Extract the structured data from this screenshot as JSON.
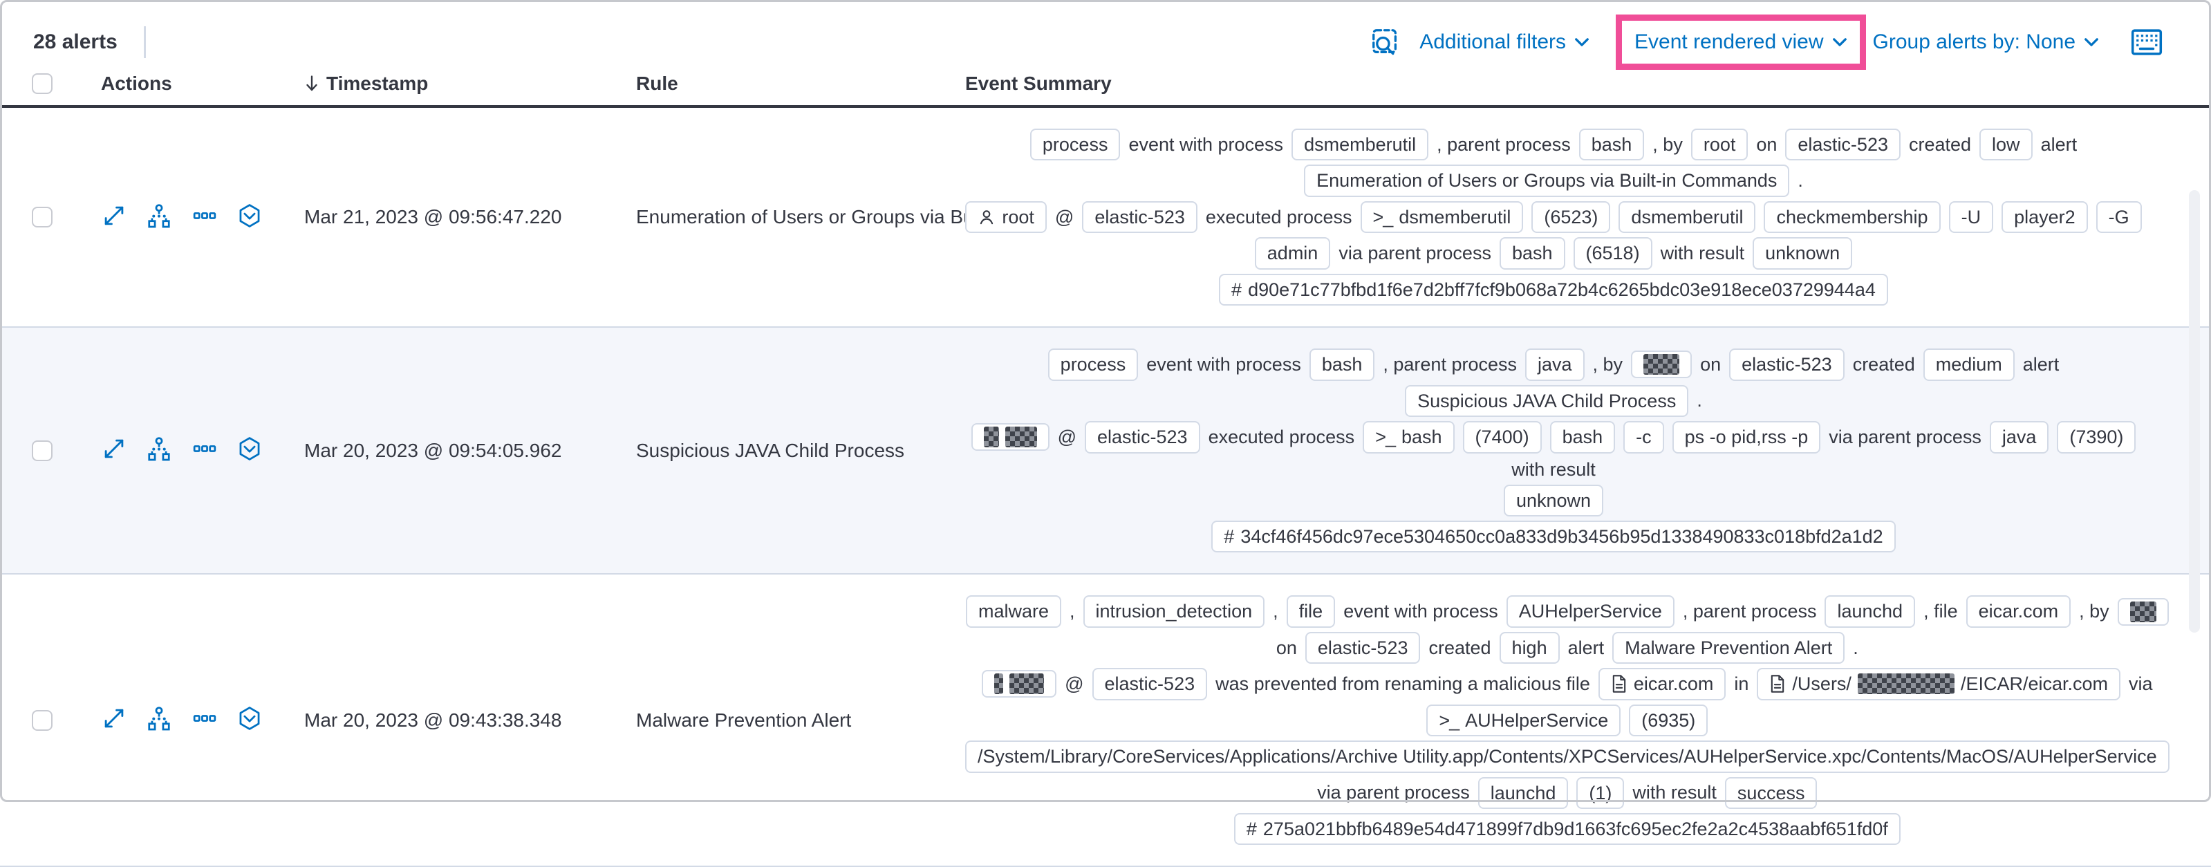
{
  "header": {
    "alerts_count": "28 alerts"
  },
  "toolbar": {
    "additional_filters": "Additional filters",
    "view_selector": "Event rendered view",
    "group_by": "Group alerts by: None"
  },
  "columns": {
    "actions": "Actions",
    "timestamp": "Timestamp",
    "rule": "Rule",
    "summary": "Event Summary"
  },
  "colors": {
    "accent_pink": "#f04e98",
    "link_blue": "#0071c2",
    "text": "#343741",
    "badge_border": "#d3dae6",
    "stripe_row": "#f4f6fb"
  },
  "icons": {
    "inspect": "inspect-icon",
    "keyboard": "keyboard-shortcuts-icon",
    "row_actions": [
      "expand-alert-icon",
      "analyzer-graph-icon",
      "more-actions-icon",
      "session-view-icon"
    ]
  },
  "rows": [
    {
      "timestamp": "Mar 21, 2023 @ 09:56:47.220",
      "rule": "Enumeration of Users or Groups via Bui",
      "striped": false,
      "lines": [
        [
          {
            "badge": {
              "parts": [
                "process"
              ]
            }
          },
          {
            "text": "event with process"
          },
          {
            "badge": {
              "parts": [
                "dsmemberutil"
              ]
            }
          },
          {
            "text": ", parent process"
          },
          {
            "badge": {
              "parts": [
                "bash"
              ]
            }
          },
          {
            "text": ", by"
          },
          {
            "badge": {
              "parts": [
                "root"
              ]
            }
          },
          {
            "text": "on"
          },
          {
            "badge": {
              "parts": [
                "elastic-523"
              ]
            }
          },
          {
            "text": "created"
          },
          {
            "badge": {
              "parts": [
                "low"
              ]
            }
          },
          {
            "text": "alert"
          }
        ],
        [
          {
            "badge": {
              "parts": [
                "Enumeration of Users or Groups via Built-in Commands"
              ]
            }
          },
          {
            "text": "."
          }
        ],
        [
          {
            "badge": {
              "icon": "user",
              "parts": [
                "root"
              ]
            }
          },
          {
            "text": "@"
          },
          {
            "badge": {
              "parts": [
                "elastic-523"
              ]
            }
          },
          {
            "text": "executed process"
          },
          {
            "badge": {
              "icon": "terminal",
              "parts": [
                "dsmemberutil"
              ]
            }
          },
          {
            "badge": {
              "parts": [
                "(6523)"
              ]
            }
          },
          {
            "badge": {
              "parts": [
                "dsmemberutil"
              ]
            }
          },
          {
            "badge": {
              "parts": [
                "checkmembership"
              ]
            }
          },
          {
            "badge": {
              "parts": [
                "-U"
              ]
            }
          },
          {
            "badge": {
              "parts": [
                "player2"
              ]
            }
          },
          {
            "badge": {
              "parts": [
                "-G"
              ]
            }
          }
        ],
        [
          {
            "badge": {
              "parts": [
                "admin"
              ]
            }
          },
          {
            "text": "via parent process"
          },
          {
            "badge": {
              "parts": [
                "bash"
              ]
            }
          },
          {
            "badge": {
              "parts": [
                "(6518)"
              ]
            }
          },
          {
            "text": "with result"
          },
          {
            "badge": {
              "parts": [
                "unknown"
              ]
            }
          }
        ],
        [
          {
            "badge": {
              "icon": "hash",
              "parts": [
                "d90e71c77bfbd1f6e7d2bff7fcf9b068a72b4c6265bdc03e918ece03729944a4"
              ]
            }
          }
        ]
      ]
    },
    {
      "timestamp": "Mar 20, 2023 @ 09:54:05.962",
      "rule": "Suspicious JAVA Child Process",
      "striped": true,
      "lines": [
        [
          {
            "badge": {
              "parts": [
                "process"
              ]
            }
          },
          {
            "text": "event with process"
          },
          {
            "badge": {
              "parts": [
                "bash"
              ]
            }
          },
          {
            "text": ", parent process"
          },
          {
            "badge": {
              "parts": [
                "java"
              ]
            }
          },
          {
            "text": ", by"
          },
          {
            "badge": {
              "parts": [
                {
                  "r": 52
                }
              ]
            }
          },
          {
            "text": "on"
          },
          {
            "badge": {
              "parts": [
                "elastic-523"
              ]
            }
          },
          {
            "text": "created"
          },
          {
            "badge": {
              "parts": [
                "medium"
              ]
            }
          },
          {
            "text": "alert"
          }
        ],
        [
          {
            "badge": {
              "parts": [
                "Suspicious JAVA Child Process"
              ]
            }
          },
          {
            "text": "."
          }
        ],
        [
          {
            "badge": {
              "parts": [
                {
                  "r": 22
                },
                {
                  "r": 46
                }
              ]
            }
          },
          {
            "text": "@"
          },
          {
            "badge": {
              "parts": [
                "elastic-523"
              ]
            }
          },
          {
            "text": "executed process"
          },
          {
            "badge": {
              "icon": "terminal",
              "parts": [
                "bash"
              ]
            }
          },
          {
            "badge": {
              "parts": [
                "(7400)"
              ]
            }
          },
          {
            "badge": {
              "parts": [
                "bash"
              ]
            }
          },
          {
            "badge": {
              "parts": [
                "-c"
              ]
            }
          },
          {
            "badge": {
              "parts": [
                "ps -o pid,rss -p"
              ]
            }
          },
          {
            "text": "via parent process"
          },
          {
            "badge": {
              "parts": [
                "java"
              ]
            }
          },
          {
            "badge": {
              "parts": [
                "(7390)"
              ]
            }
          },
          {
            "text": "with result"
          }
        ],
        [
          {
            "badge": {
              "parts": [
                "unknown"
              ]
            }
          }
        ],
        [
          {
            "badge": {
              "icon": "hash",
              "parts": [
                "34cf46f456dc97ece5304650cc0a833d9b3456b95d1338490833c018bfd2a1d2"
              ]
            }
          }
        ]
      ]
    },
    {
      "timestamp": "Mar 20, 2023 @ 09:43:38.348",
      "rule": "Malware Prevention Alert",
      "striped": false,
      "lines": [
        [
          {
            "badge": {
              "parts": [
                "malware"
              ]
            }
          },
          {
            "text": ","
          },
          {
            "badge": {
              "parts": [
                "intrusion_detection"
              ]
            }
          },
          {
            "text": ","
          },
          {
            "badge": {
              "parts": [
                "file"
              ]
            }
          },
          {
            "text": "event with process"
          },
          {
            "badge": {
              "parts": [
                "AUHelperService"
              ]
            }
          },
          {
            "text": ", parent process"
          },
          {
            "badge": {
              "parts": [
                "launchd"
              ]
            }
          },
          {
            "text": ", file"
          },
          {
            "badge": {
              "parts": [
                "eicar.com"
              ]
            }
          },
          {
            "text": ", by"
          },
          {
            "badge": {
              "parts": [
                {
                  "r": 38
                }
              ]
            }
          }
        ],
        [
          {
            "text": "on"
          },
          {
            "badge": {
              "parts": [
                "elastic-523"
              ]
            }
          },
          {
            "text": "created"
          },
          {
            "badge": {
              "parts": [
                "high"
              ]
            }
          },
          {
            "text": "alert"
          },
          {
            "badge": {
              "parts": [
                "Malware Prevention Alert"
              ]
            }
          },
          {
            "text": "."
          }
        ],
        [
          {
            "badge": {
              "parts": [
                {
                  "r": 13
                },
                {
                  "r": 50
                }
              ]
            }
          },
          {
            "text": "@"
          },
          {
            "badge": {
              "parts": [
                "elastic-523"
              ]
            }
          },
          {
            "text": "was prevented from renaming a malicious file"
          },
          {
            "badge": {
              "icon": "file",
              "parts": [
                "eicar.com"
              ]
            }
          },
          {
            "text": "in"
          },
          {
            "badge": {
              "icon": "file",
              "parts": [
                "/Users/",
                {
                  "r": 140
                },
                "/EICAR/eicar.com"
              ]
            }
          },
          {
            "text": "via"
          }
        ],
        [
          {
            "badge": {
              "icon": "terminal",
              "parts": [
                "AUHelperService"
              ]
            }
          },
          {
            "badge": {
              "parts": [
                "(6935)"
              ]
            }
          }
        ],
        [
          {
            "badge": {
              "parts": [
                "/System/Library/CoreServices/Applications/Archive Utility.app/Contents/XPCServices/AUHelperService.xpc/Contents/MacOS/AUHelperService"
              ]
            }
          }
        ],
        [
          {
            "text": "via parent process"
          },
          {
            "badge": {
              "parts": [
                "launchd"
              ]
            }
          },
          {
            "badge": {
              "parts": [
                "(1)"
              ]
            }
          },
          {
            "text": "with result"
          },
          {
            "badge": {
              "parts": [
                "success"
              ]
            }
          }
        ],
        [
          {
            "badge": {
              "icon": "hash",
              "parts": [
                "275a021bbfb6489e54d471899f7db9d1663fc695ec2fe2a2c4538aabf651fd0f"
              ]
            }
          }
        ]
      ]
    }
  ]
}
